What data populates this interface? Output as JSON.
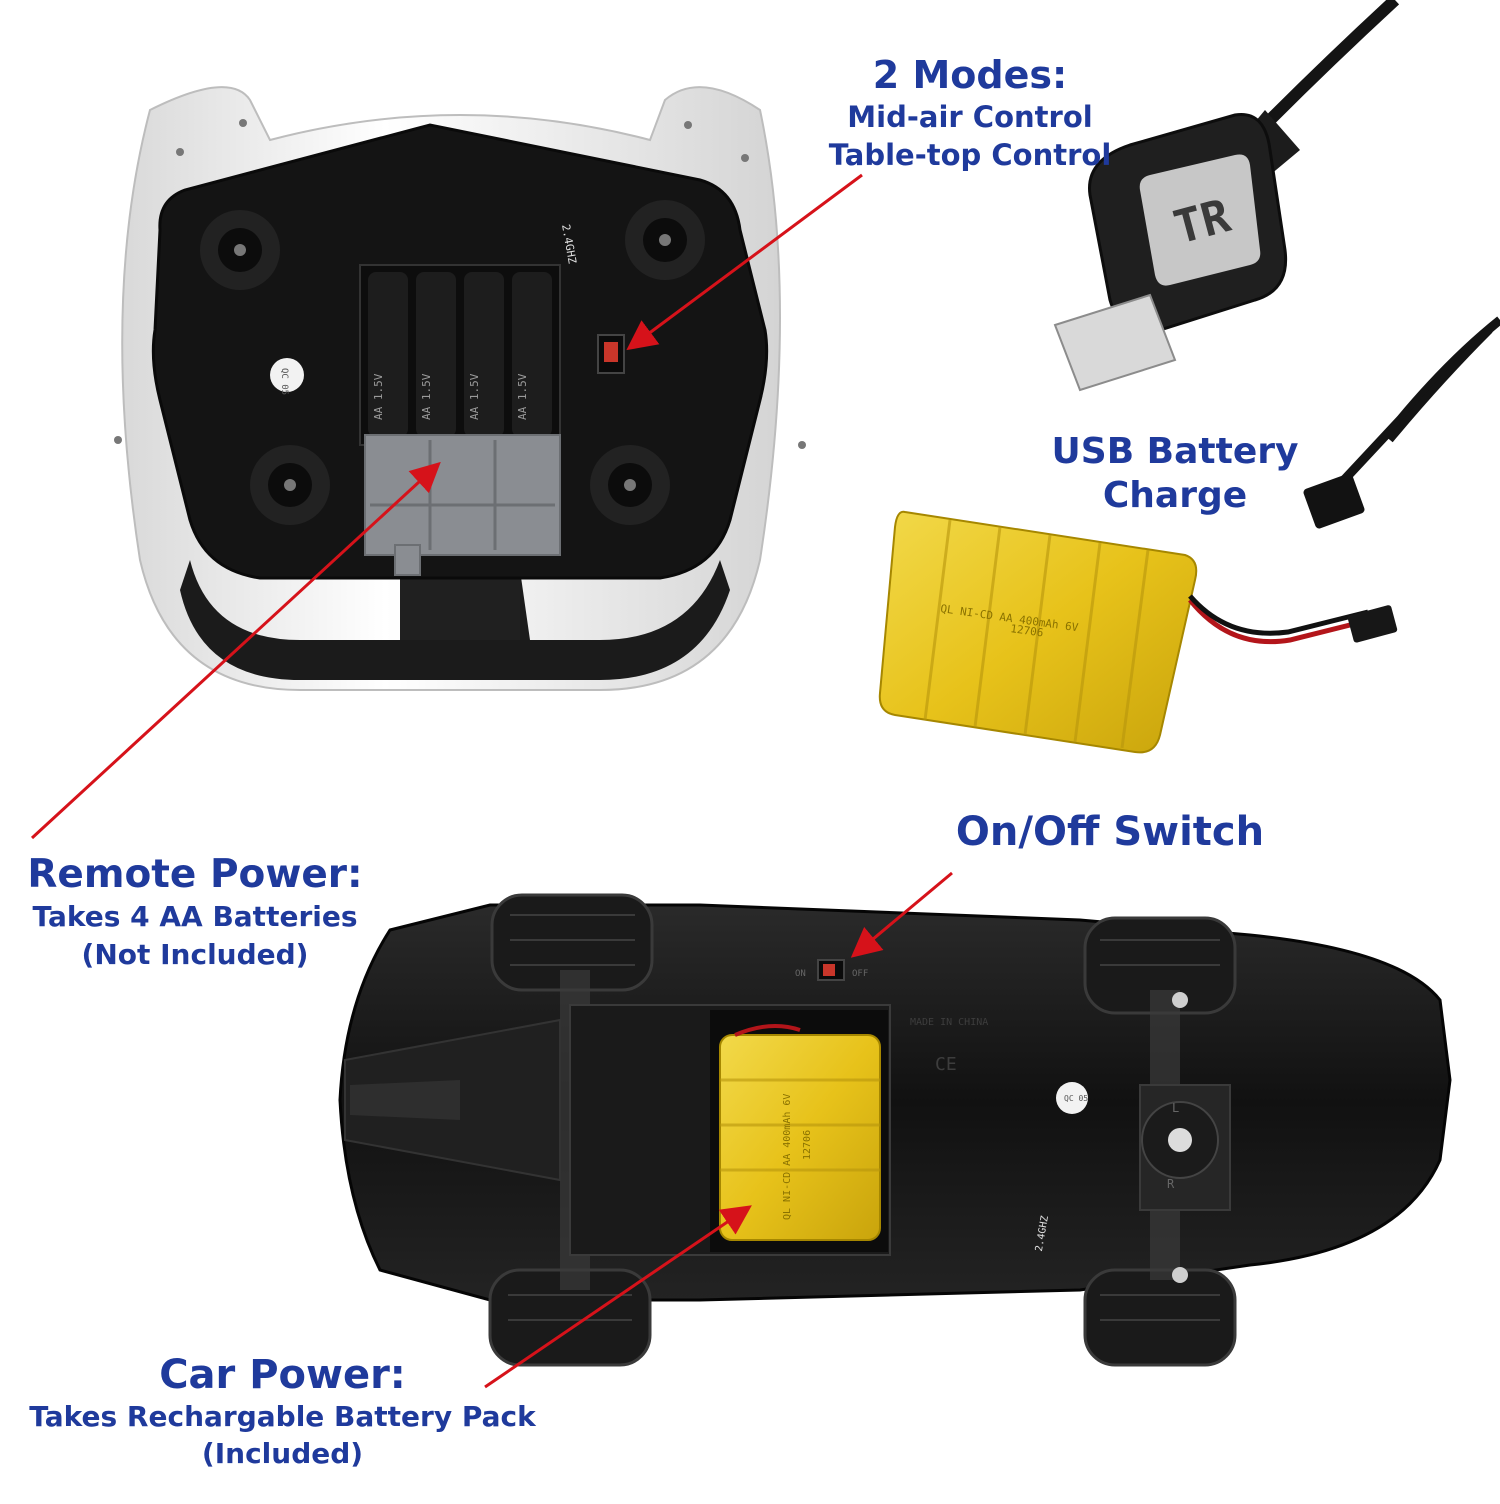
{
  "labels": {
    "modes": {
      "title": "2 Modes:",
      "line1": "Mid-air Control",
      "line2": "Table-top Control"
    },
    "usb": {
      "title_line1": "USB Battery",
      "title_line2": "Charge"
    },
    "remote": {
      "title": "Remote Power:",
      "line1": "Takes 4 AA Batteries",
      "line2": "(Not Included)"
    },
    "switch": {
      "title": "On/Off Switch"
    },
    "car": {
      "title": "Car Power:",
      "line1": "Takes Rechargable Battery Pack",
      "line2": "(Included)"
    }
  },
  "product_marks": {
    "remote_freq": "2.4GHZ",
    "car_freq": "2.4GHZ",
    "battery_slots": [
      "AA 1.5V",
      "AA 1.5V",
      "AA 1.5V",
      "AA 1.5V"
    ],
    "cert": "QC 05",
    "usb_logo": "TR",
    "battery_text_line1": "QL NI-CD AA 400mAh 6V",
    "battery_text_line2": "12706",
    "car_switch_on": "ON",
    "car_switch_off": "OFF",
    "car_made_in": "MADE IN CHINA",
    "car_ce": "CE",
    "car_steer_left": "L",
    "car_steer_right": "R"
  },
  "colors": {
    "label_blue": "#1f3a9c",
    "arrow_red": "#d6121a",
    "battery_yellow": "#e9c419",
    "body_black": "#151515"
  }
}
